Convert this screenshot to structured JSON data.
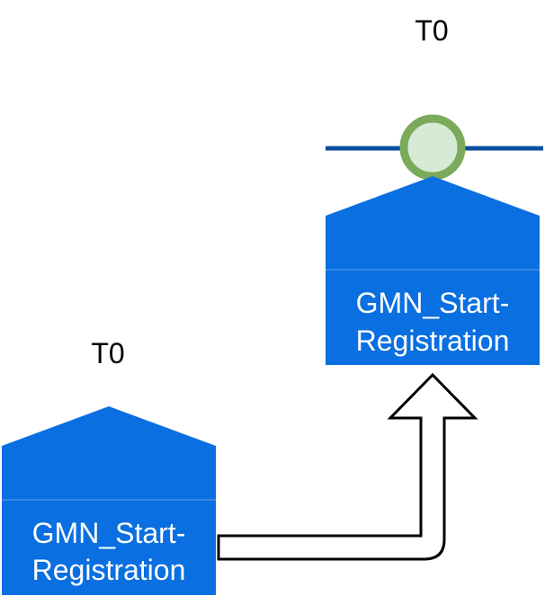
{
  "colors": {
    "box_fill": "#0a6fe0",
    "divider": "#4a8ee6",
    "timeline": "#0b4f9f",
    "event_circle_fill": "#d6ead6",
    "event_circle_stroke": "#7aaa5a",
    "arrow_fill": "#ffffff",
    "arrow_stroke": "#000000",
    "label_text": "#000000",
    "box_text": "#ffffff"
  },
  "nodes": {
    "top": {
      "time_label": "T0",
      "name_line1": "GMN_Start-",
      "name_line2": "Registration"
    },
    "bottom": {
      "time_label": "T0",
      "name_line1": "GMN_Start-",
      "name_line2": "Registration"
    }
  },
  "timeline": {
    "icon": "start-event-circle"
  }
}
